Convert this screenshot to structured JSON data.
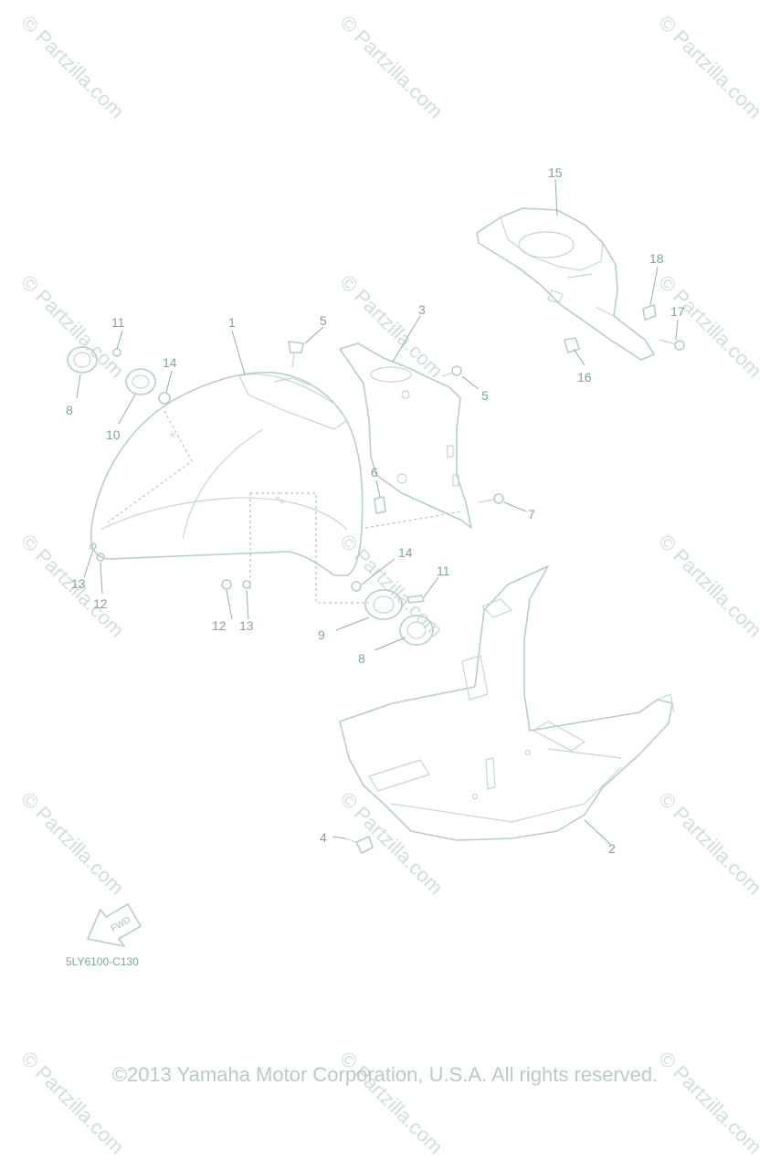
{
  "watermark": {
    "text": "© Partzilla.com",
    "instances": [
      "wm-1",
      "wm-2",
      "wm-3",
      "wm-4",
      "wm-5",
      "wm-6",
      "wm-7",
      "wm-8",
      "wm-9",
      "wm-10",
      "wm-11",
      "wm-12",
      "wm-13",
      "wm-14",
      "wm-15"
    ]
  },
  "callouts": {
    "p1": "1",
    "p2": "2",
    "p3": "3",
    "p4": "4",
    "p5a": "5",
    "p5b": "5",
    "p6": "6",
    "p7": "7",
    "p8a": "8",
    "p8b": "8",
    "p9": "9",
    "p10": "10",
    "p11a": "11",
    "p11b": "11",
    "p12a": "12",
    "p12b": "12",
    "p13a": "13",
    "p13b": "13",
    "p14a": "14",
    "p14b": "14",
    "p15": "15",
    "p16": "16",
    "p17": "17",
    "p18": "18"
  },
  "fwd_label": "FWD",
  "diagram_code": "5LY6100-C130",
  "copyright": "©2013 Yamaha Motor Corporation, U.S.A. All rights reserved.",
  "colors": {
    "line": "#b6cfc3",
    "label": "#7fa694",
    "watermark": "#cfe0d7"
  }
}
